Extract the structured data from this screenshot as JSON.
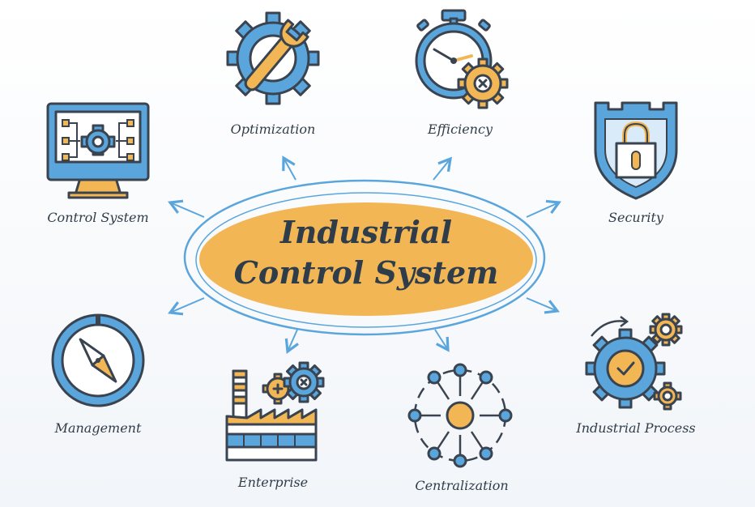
{
  "diagram": {
    "title_line1": "Industrial",
    "title_line2": "Control System",
    "nodes": {
      "optimization": "Optimization",
      "efficiency": "Efficiency",
      "control_system": "Control System",
      "security": "Security",
      "management": "Management",
      "enterprise": "Enterprise",
      "centralization": "Centralization",
      "industrial_process": "Industrial Process"
    }
  },
  "colors": {
    "blue": "#5aa6dc",
    "orange": "#f2b655",
    "dark": "#3a4450",
    "light_blue": "#d9ebf8"
  },
  "icons": [
    "wrench-gear-icon",
    "stopwatch-gear-icon",
    "monitor-gear-icon",
    "shield-lock-icon",
    "compass-icon",
    "factory-gears-icon",
    "network-hub-icon",
    "gears-check-icon"
  ]
}
